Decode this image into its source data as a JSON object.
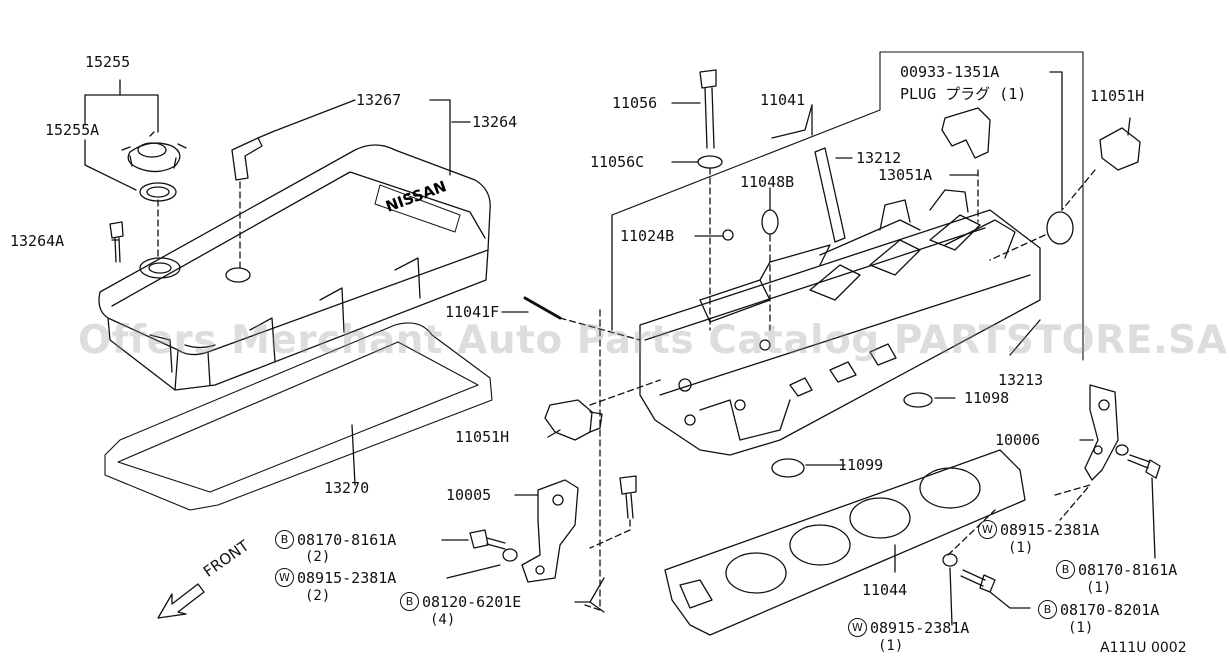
{
  "title": "",
  "brand_text": "NISSAN",
  "front_label": "FRONT",
  "diagram_code": "A111U 0002",
  "watermark": "Offers Merchant Auto Parts Catalog PARTSTORE.SA",
  "labels": {
    "p15255": "15255",
    "p15255A": "15255A",
    "p13267": "13267",
    "p13264": "13264",
    "p13264A": "13264A",
    "p13270": "13270",
    "p11056": "11056",
    "p11056C": "11056C",
    "p11041": "11041",
    "p11048B": "11048B",
    "p13212": "13212",
    "p11024B": "11024B",
    "p11041F": "11041F",
    "p00933": "00933-1351A",
    "plug": "PLUG プラグ (1)",
    "p13051A": "13051A",
    "p11051H_top": "11051H",
    "p13213": "13213",
    "p11098": "11098",
    "p11051H_left": "11051H",
    "p11099": "11099",
    "p10005": "10005",
    "p10006": "10006",
    "p11044": "11044"
  },
  "fasteners": [
    {
      "id": "b1",
      "symbol": "B",
      "code": "08170-8161A",
      "qty": "(2)"
    },
    {
      "id": "w1",
      "symbol": "W",
      "code": "08915-2381A",
      "qty": "(2)"
    },
    {
      "id": "b2",
      "symbol": "B",
      "code": "08120-6201E",
      "qty": "(4)"
    },
    {
      "id": "w2",
      "symbol": "W",
      "code": "08915-2381A",
      "qty": "(1)"
    },
    {
      "id": "b3",
      "symbol": "B",
      "code": "08170-8161A",
      "qty": "(1)"
    },
    {
      "id": "b4",
      "symbol": "B",
      "code": "08170-8201A",
      "qty": "(1)"
    },
    {
      "id": "w3",
      "symbol": "W",
      "code": "08915-2381A",
      "qty": "(1)"
    }
  ]
}
